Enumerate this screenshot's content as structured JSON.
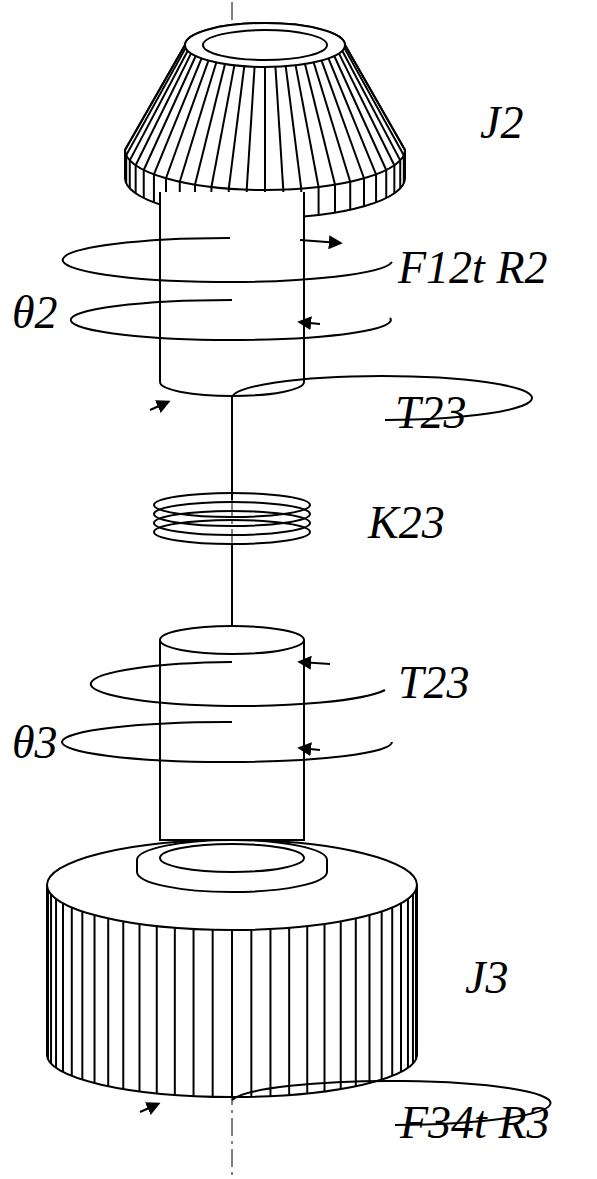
{
  "diagram": {
    "labels": [
      "J2",
      "F12t R2",
      "θ2",
      "T23",
      "K23",
      "T23",
      "θ3",
      "J3",
      "F34t R3"
    ]
  }
}
